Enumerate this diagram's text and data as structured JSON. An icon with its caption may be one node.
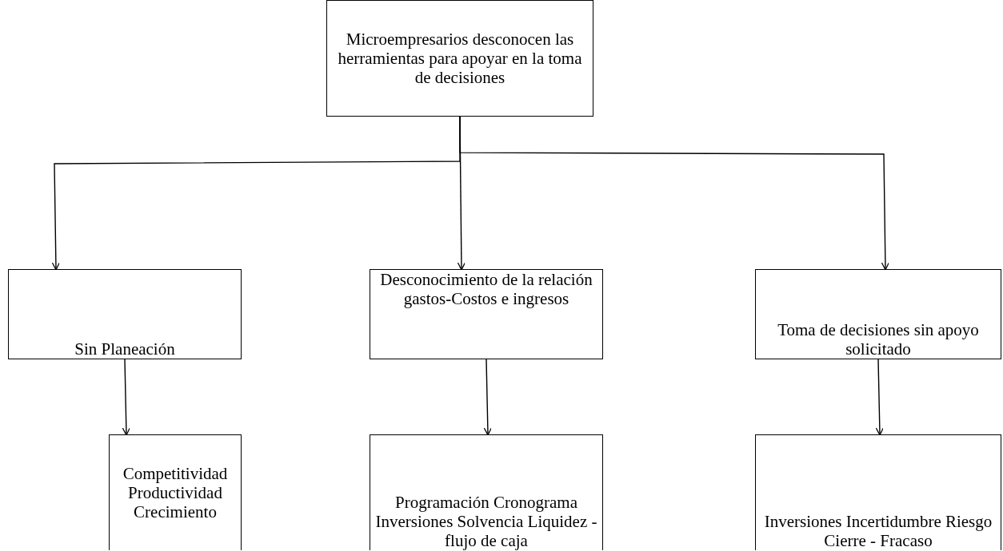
{
  "diagram": {
    "nodes": [
      {
        "text": [
          "Microempresarios desconocen las herramientas para apoyar en la toma de decisiones"
        ]
      },
      {
        "text": [
          "Sin Planeación"
        ]
      },
      {
        "text": [
          "Desconocimiento de la relación gastos-Costos e ingresos"
        ]
      },
      {
        "text": [
          "Toma de decisiones sin apoyo solicitado"
        ]
      },
      {
        "text": [
          "Competitividad Productividad Crecimiento"
        ]
      },
      {
        "text": [
          "Programación Cronograma Inversiones Solvencia Liquidez - flujo de caja"
        ]
      },
      {
        "text": [
          "Inversiones Incertidumbre Riesgo Cierre - Fracaso"
        ]
      }
    ],
    "edges": [
      {
        "from": 0,
        "to": 1,
        "arrow": "to"
      },
      {
        "from": 0,
        "to": 2,
        "arrow": "to"
      },
      {
        "from": 0,
        "to": 3,
        "arrow": "to"
      },
      {
        "from": 1,
        "to": 4,
        "arrow": "to"
      },
      {
        "from": 2,
        "to": 5,
        "arrow": "to"
      },
      {
        "from": 3,
        "to": 6,
        "arrow": "to"
      }
    ]
  }
}
